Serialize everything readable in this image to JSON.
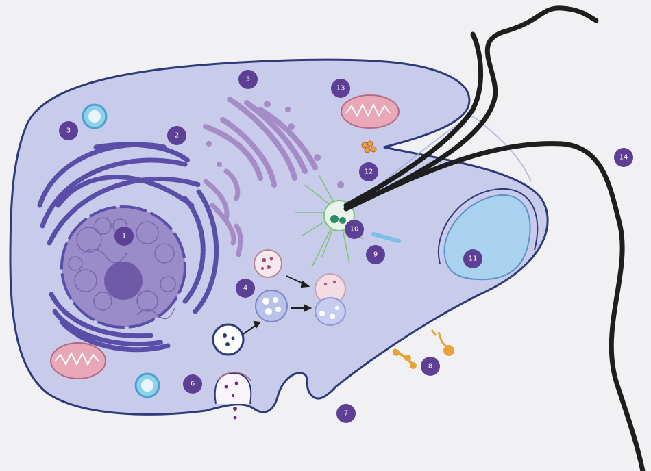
{
  "diagram": {
    "labels": [
      {
        "id": "1",
        "text": "1"
      },
      {
        "id": "2",
        "text": "2"
      },
      {
        "id": "3",
        "text": "3"
      },
      {
        "id": "4",
        "text": "4"
      },
      {
        "id": "5",
        "text": "5"
      },
      {
        "id": "6",
        "text": "6"
      },
      {
        "id": "7",
        "text": "7"
      },
      {
        "id": "8",
        "text": "8"
      },
      {
        "id": "9",
        "text": "9"
      },
      {
        "id": "10",
        "text": "10"
      },
      {
        "id": "11",
        "text": "11"
      },
      {
        "id": "12",
        "text": "12"
      },
      {
        "id": "13",
        "text": "13"
      },
      {
        "id": "14",
        "text": "14"
      }
    ],
    "colors": {
      "background": "#f1f1f4",
      "cell_fill": "#c9cbea",
      "cell_outline": "#2f3a78",
      "er": "#5a4ea8",
      "nucleus": "#9a8cc8",
      "nucleolus": "#6e5aa6",
      "golgi": "#a58cc6",
      "mitochondria": "#e8a8b8",
      "vacuole": "#a9d2ee",
      "flagellum": "#1e1e1e",
      "label_badge": "#5d3f95"
    }
  }
}
